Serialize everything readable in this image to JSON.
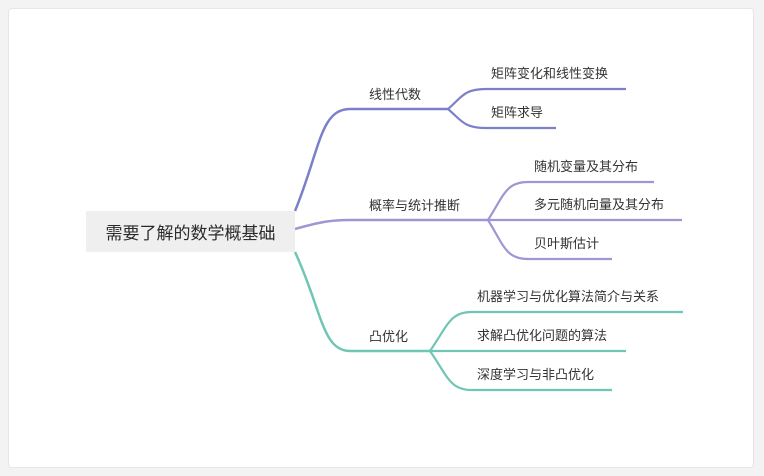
{
  "root": {
    "label": "需要了解的数学概基础"
  },
  "colors": {
    "linear_algebra": "#7b80c8",
    "probability": "#a195d4",
    "convex": "#6fc6b4"
  },
  "branches": [
    {
      "label": "线性代数",
      "color_key": "linear_algebra",
      "children": [
        "矩阵变化和线性变换",
        "矩阵求导"
      ]
    },
    {
      "label": "概率与统计推断",
      "color_key": "probability",
      "children": [
        "随机变量及其分布",
        "多元随机向量及其分布",
        "贝叶斯估计"
      ]
    },
    {
      "label": "凸优化",
      "color_key": "convex",
      "children": [
        "机器学习与优化算法简介与关系",
        "求解凸优化问题的算法",
        "深度学习与非凸优化"
      ]
    }
  ]
}
